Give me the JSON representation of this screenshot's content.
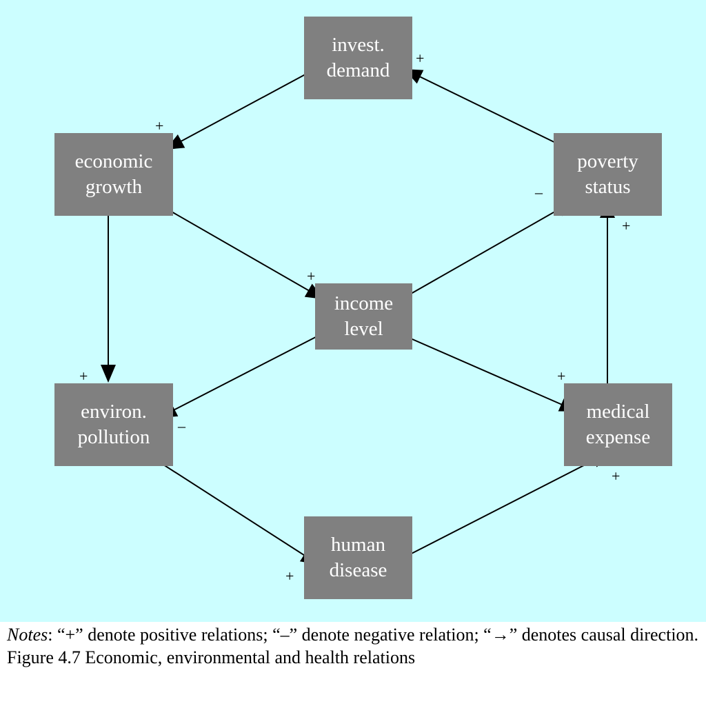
{
  "colors": {
    "background": "#ccfeff",
    "node_fill": "#808080",
    "node_text": "#ffffff",
    "arrow": "#000000"
  },
  "nodes": {
    "invest_demand": {
      "line1": "invest.",
      "line2": "demand"
    },
    "economic_growth": {
      "line1": "economic",
      "line2": "growth"
    },
    "poverty_status": {
      "line1": "poverty",
      "line2": "status"
    },
    "income_level": {
      "line1": "income",
      "line2": "level"
    },
    "environ_pollution": {
      "line1": "environ.",
      "line2": "pollution"
    },
    "medical_expense": {
      "line1": "medical",
      "line2": "expense"
    },
    "human_disease": {
      "line1": "human",
      "line2": "disease"
    }
  },
  "edges": [
    {
      "from": "invest_demand",
      "to": "economic_growth",
      "sign": "+"
    },
    {
      "from": "poverty_status",
      "to": "invest_demand",
      "sign": "+"
    },
    {
      "from": "economic_growth",
      "to": "income_level",
      "sign": "+"
    },
    {
      "from": "economic_growth",
      "to": "environ_pollution",
      "sign": "+"
    },
    {
      "from": "income_level",
      "to": "poverty_status",
      "sign": "–"
    },
    {
      "from": "income_level",
      "to": "environ_pollution",
      "sign": "–"
    },
    {
      "from": "income_level",
      "to": "medical_expense",
      "sign": "+"
    },
    {
      "from": "medical_expense",
      "to": "poverty_status",
      "sign": "+"
    },
    {
      "from": "environ_pollution",
      "to": "human_disease",
      "sign": "+"
    },
    {
      "from": "human_disease",
      "to": "medical_expense",
      "sign": "+"
    }
  ],
  "caption": {
    "notes_label": "Notes",
    "notes_text": ": “+” denote positive relations; “–” denote negative relation; “→” denotes causal direction.",
    "figure_title": "Figure 4.7 Economic, environmental and health relations"
  }
}
